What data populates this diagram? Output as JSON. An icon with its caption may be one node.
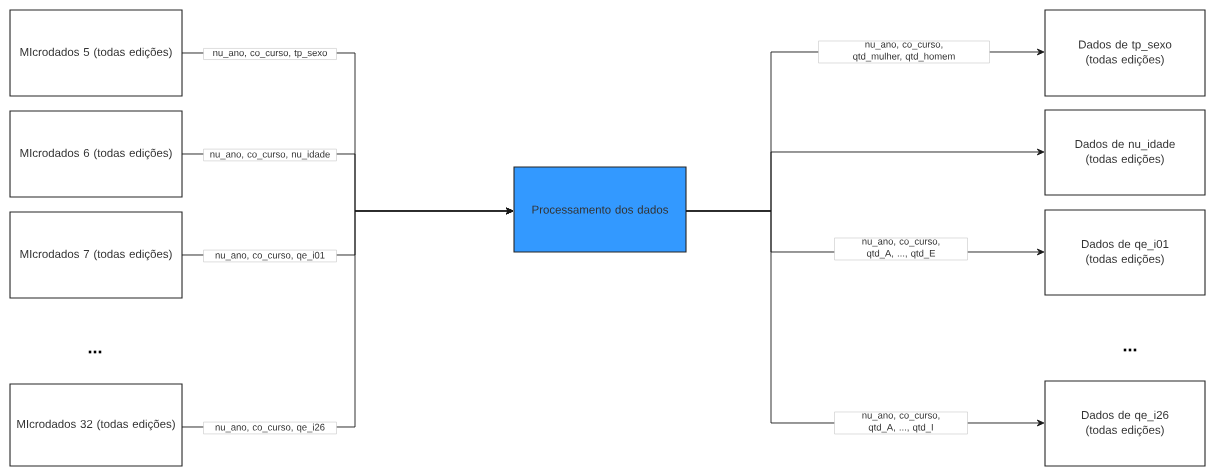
{
  "diagram": {
    "nodes": [
      {
        "text": [
          "MIcrodados 5 (todas edições)"
        ]
      },
      {
        "text": [
          "MIcrodados 6 (todas edições)"
        ]
      },
      {
        "text": [
          "MIcrodados 7 (todas edições)"
        ]
      },
      {
        "text": [
          "MIcrodados 32 (todas edições)"
        ]
      },
      {
        "text": [
          "Processamento dos dados"
        ]
      },
      {
        "text": [
          "Dados de tp_sexo (todas edições)"
        ]
      },
      {
        "text": [
          "Dados de nu_idade (todas edições)"
        ]
      },
      {
        "text": [
          "Dados de qe_i01 (todas edições)"
        ]
      },
      {
        "text": [
          "Dados de qe_i26 (todas edições)"
        ]
      }
    ],
    "edges": [
      {
        "from": 0,
        "to": 4,
        "arrow": "to",
        "label": "nu_ano, co_curso, tp_sexo"
      },
      {
        "from": 1,
        "to": 4,
        "arrow": "to",
        "label": "nu_ano, co_curso, nu_idade"
      },
      {
        "from": 2,
        "to": 4,
        "arrow": "to",
        "label": "nu_ano, co_curso, qe_i01"
      },
      {
        "from": 3,
        "to": 4,
        "arrow": "to",
        "label": "nu_ano, co_curso, qe_i26"
      },
      {
        "from": 4,
        "to": 5,
        "arrow": "to",
        "label": "nu_ano, co_curso, qtd_mulher, qtd_homem"
      },
      {
        "from": 4,
        "to": 6,
        "arrow": "to"
      },
      {
        "from": 4,
        "to": 7,
        "arrow": "to",
        "label": "nu_ano, co_curso, qtd_A, ..., qtd_E"
      },
      {
        "from": 4,
        "to": 8,
        "arrow": "to",
        "label": "nu_ano, co_curso, qtd_A, ..., qtd_I"
      }
    ],
    "labels": [
      "...",
      "..."
    ]
  }
}
